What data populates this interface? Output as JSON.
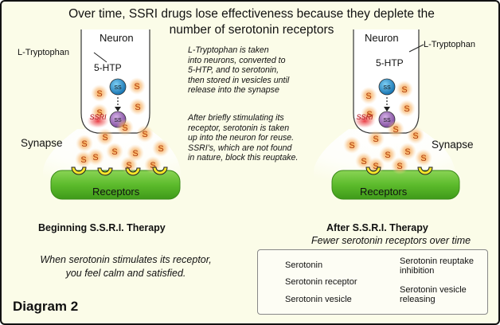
{
  "title_line1": "Over time, SSRI drugs lose effectiveness because they deplete the",
  "title_line2": "number of serotonin receptors",
  "left_panel": {
    "neuron_label": "Neuron",
    "ltryptophan_label": "L-Tryptophan",
    "htp_label": "5-HTP",
    "synapse_label": "Synapse",
    "receptors_label": "Receptors",
    "heading": "Beginning S.S.R.I. Therapy"
  },
  "right_panel": {
    "neuron_label": "Neuron",
    "ltryptophan_label": "L-Tryptophan",
    "htp_label": "5-HTP",
    "synapse_label": "Synapse",
    "receptors_label": "Receptors",
    "heading": "After S.S.R.I. Therapy",
    "subheading": "Fewer serotonin receptors over time"
  },
  "middle_text": {
    "para1": [
      "L-Tryptophan is taken",
      "into neurons, converted to",
      "5-HTP, and to serotonin,",
      "then stored in vesicles until",
      "release into the synapse"
    ],
    "para2": [
      "After briefly stimulating its",
      "receptor, serotonin is taken",
      "up into the neuron for reuse.",
      "SSRI's, which are not found",
      "in nature, block this reuptake."
    ]
  },
  "calm_text": [
    "When serotonin stimulates its receptor,",
    "you feel calm and satisfied."
  ],
  "diagram_label": "Diagram 2",
  "glyphs": {
    "serotonin": "S",
    "vesicle": "SS",
    "ssri": "SSRI"
  },
  "legend": {
    "serotonin": "Serotonin",
    "receptor": "Serotonin receptor",
    "vesicle": "Serotonin vesicle",
    "inhibition_line1": "Serotonin reuptake",
    "inhibition_line2": "inhibition",
    "releasing_line1": "Serotonin vesicle",
    "releasing_line2": "releasing"
  },
  "colors": {
    "background": "#fbfce8",
    "receptor_base": "#5fbf2e",
    "receptor_yellow": "#f3e52a",
    "vesicle_blue": "#1e8ec9",
    "vesicle_purple": "#9b63b5",
    "serotonin_glow": "#f5a04a",
    "ssri_red": "#e0202a"
  }
}
